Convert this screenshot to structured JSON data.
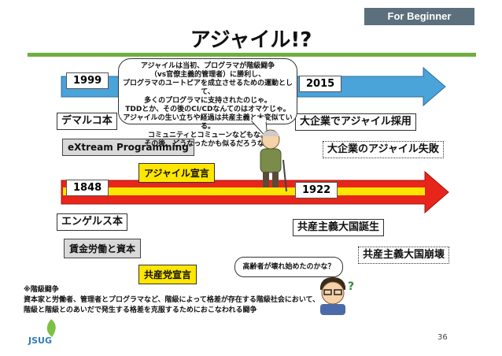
{
  "badge": "For Beginner",
  "title": "アジャイル!?",
  "timeline_top": {
    "start_year": "1999",
    "end_year": "2015",
    "arrow_color": "#4aa3d9"
  },
  "timeline_bottom": {
    "start_year": "1848",
    "end_year": "1922",
    "arrow_color": "#e8251b",
    "highlight_color": "#ffe600"
  },
  "labels": {
    "demarco": "デマルコ本",
    "xp": "eXtream Programming",
    "manifesto": "アジャイル宣言",
    "enterprise_adopt": "大企業でアジャイル採用",
    "enterprise_fail": "大企業のアジャイル失敗",
    "engels": "エンゲルス本",
    "wage_labor": "賃金労働と資本",
    "communist_manifesto": "共産党宣言",
    "communist_born": "共産主義大国誕生",
    "communist_collapse": "共産主義大国崩壊"
  },
  "bubble_main": [
    "アジャイルは当初、プログラマが階級闘争",
    "（vs官僚主義的管理者）に勝利し、",
    "プログラマのユートピアを成立させるための運動として、",
    "多くのプログラマに支持されたのじゃ。",
    "TDDとか、その後のCI/CDなんてのはオマケじゃ。",
    "アジャイルの生い立ちや経過は共産主義と大変似ている。",
    "コミュニティとコミューンなどもな。",
    "その後、どうなったかも似るだろうな。"
  ],
  "bubble_young": "高齢者が壊れ始めたのかな？",
  "note": [
    "※階級闘争",
    "資本家と労働者、管理者とプログラマなど、階級によって格差が存在する階級社会において、",
    "階級と階級とのあいだで発生する格差を克服するためにおこなわれる闘争"
  ],
  "page_number": "36",
  "logo": "JSUG"
}
